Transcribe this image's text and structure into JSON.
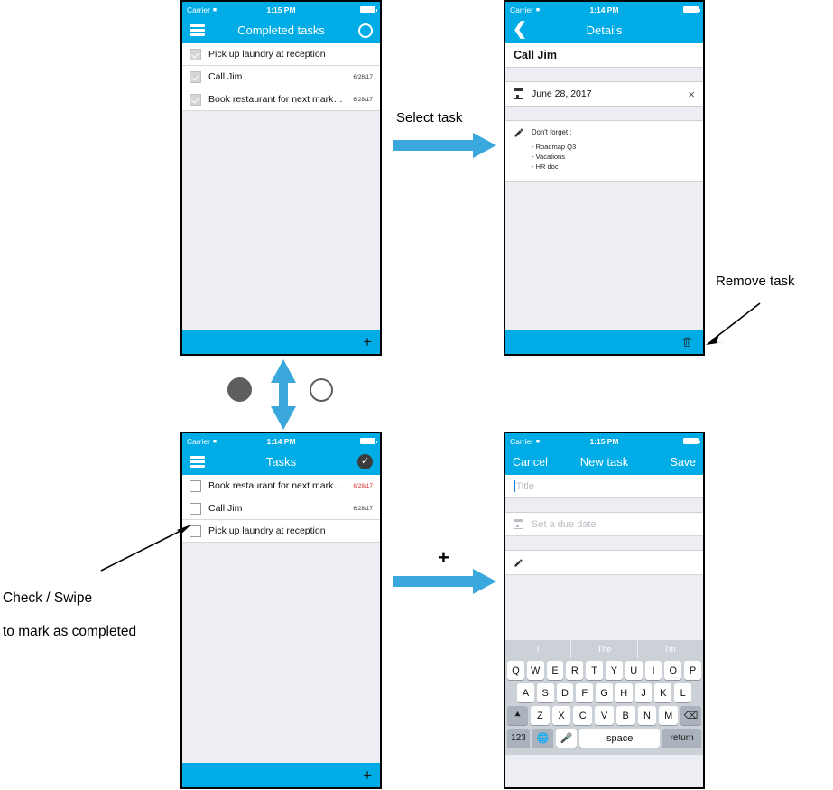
{
  "meta": {
    "accent": "#00ace6",
    "screen_bg": "#eceef3",
    "overdue_color": "#d8241f"
  },
  "screens": {
    "completed": {
      "status": {
        "carrier": "Carrier",
        "wifi": "wifi-icon",
        "time": "1:15 PM",
        "battery": "battery-icon"
      },
      "nav": {
        "menu": "menu-icon",
        "title": "Completed tasks",
        "right_icon": "circle-outline-icon"
      },
      "rows": [
        {
          "label": "Pick up laundry at reception",
          "date": "",
          "checked": true,
          "overdue": false
        },
        {
          "label": "Call Jim",
          "date": "6/28/17",
          "checked": true,
          "overdue": false
        },
        {
          "label": "Book restaurant for next marketi…",
          "date": "6/28/17",
          "checked": true,
          "overdue": false
        }
      ],
      "toolbar": {
        "add": "+"
      }
    },
    "details": {
      "status": {
        "carrier": "Carrier",
        "wifi": "wifi-icon",
        "time": "1:14 PM",
        "battery": "battery-icon"
      },
      "nav": {
        "back": "back-chevron-icon",
        "title": "Details"
      },
      "task_title": "Call Jim",
      "due_date": "June 28, 2017",
      "clear_date": "×",
      "notes_header": "Don't forget :",
      "notes_lines": [
        "- Roadmap Q3",
        "- Vacations",
        "- HR doc"
      ],
      "toolbar": {
        "delete": "trash-icon"
      }
    },
    "tasks": {
      "status": {
        "carrier": "Carrier",
        "wifi": "wifi-icon",
        "time": "1:14 PM",
        "battery": "battery-icon"
      },
      "nav": {
        "menu": "menu-icon",
        "title": "Tasks",
        "right_icon": "check-circle-icon"
      },
      "rows": [
        {
          "label": "Book restaurant for next marketi…",
          "date": "6/28/17",
          "checked": false,
          "overdue": true
        },
        {
          "label": "Call Jim",
          "date": "6/28/17",
          "checked": false,
          "overdue": false
        },
        {
          "label": "Pick up laundry at reception",
          "date": "",
          "checked": false,
          "overdue": false
        }
      ],
      "toolbar": {
        "add": "+"
      }
    },
    "new_task": {
      "status": {
        "carrier": "Carrier",
        "wifi": "wifi-icon",
        "time": "1:15 PM",
        "battery": "battery-icon"
      },
      "nav": {
        "cancel": "Cancel",
        "title": "New task",
        "save": "Save"
      },
      "title_placeholder": "Title",
      "title_value": "",
      "date_placeholder": "Set a due date",
      "notes_placeholder": "",
      "keyboard": {
        "suggestions": [
          "I",
          "The",
          "I'm"
        ],
        "row1": [
          "Q",
          "W",
          "E",
          "R",
          "T",
          "Y",
          "U",
          "I",
          "O",
          "P"
        ],
        "row2": [
          "A",
          "S",
          "D",
          "F",
          "G",
          "H",
          "J",
          "K",
          "L"
        ],
        "row3": [
          "Z",
          "X",
          "C",
          "V",
          "B",
          "N",
          "M"
        ],
        "shift": "shift-icon",
        "backspace": "backspace-icon",
        "numbers": "123",
        "globe": "globe-icon",
        "mic": "microphone-icon",
        "space": "space",
        "return": "return"
      }
    }
  },
  "annotations": {
    "select_task": "Select task",
    "remove_task": "Remove task",
    "add_task": "+",
    "check_swipe_line1": "Check / Swipe",
    "check_swipe_line2": "to mark as completed",
    "toggle_checked_icon": "check-circle-icon",
    "toggle_unchecked_icon": "circle-outline-icon"
  }
}
